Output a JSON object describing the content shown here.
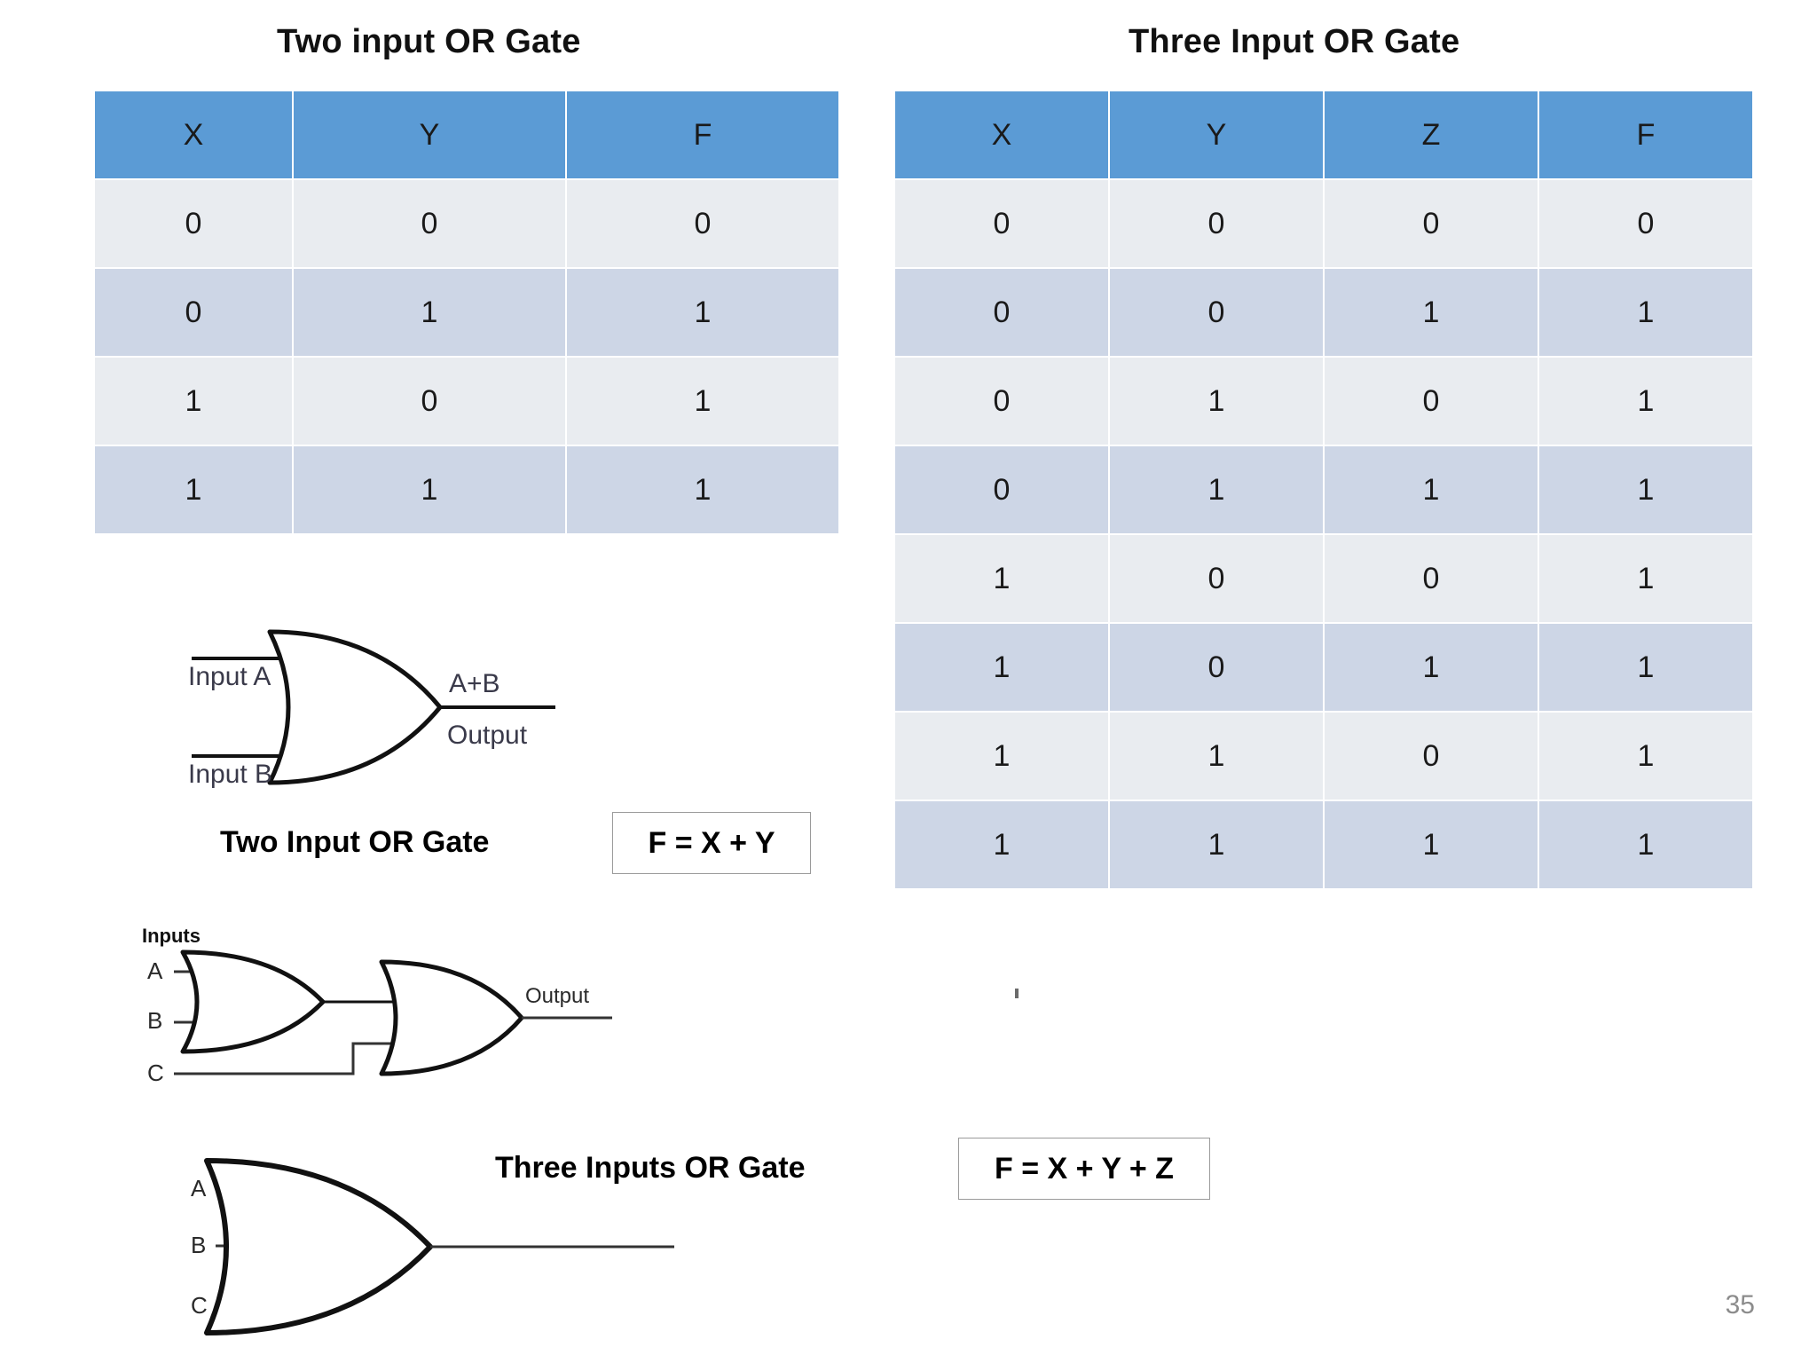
{
  "slide": {
    "page_number": "35",
    "header_color": "#5B9BD5",
    "row_light_color": "#E9ECF0",
    "row_dark_color": "#CDD6E6"
  },
  "two_input": {
    "title": "Two input OR Gate",
    "caption": "Two Input OR Gate",
    "formula": "F = X + Y",
    "table": {
      "headers": [
        "X",
        "Y",
        "F"
      ],
      "rows": [
        [
          "0",
          "0",
          "0"
        ],
        [
          "0",
          "1",
          "1"
        ],
        [
          "1",
          "0",
          "1"
        ],
        [
          "1",
          "1",
          "1"
        ]
      ]
    },
    "diagram": {
      "input_a_label": "Input A",
      "input_b_label": "Input B",
      "output_expr_label": "A+B",
      "output_label": "Output"
    }
  },
  "three_input": {
    "title": "Three Input OR Gate",
    "caption": "Three Inputs OR Gate",
    "formula": "F = X + Y + Z",
    "table": {
      "headers": [
        "X",
        "Y",
        "Z",
        "F"
      ],
      "rows": [
        [
          "0",
          "0",
          "0",
          "0"
        ],
        [
          "0",
          "0",
          "1",
          "1"
        ],
        [
          "0",
          "1",
          "0",
          "1"
        ],
        [
          "0",
          "1",
          "1",
          "1"
        ],
        [
          "1",
          "0",
          "0",
          "1"
        ],
        [
          "1",
          "0",
          "1",
          "1"
        ],
        [
          "1",
          "1",
          "0",
          "1"
        ],
        [
          "1",
          "1",
          "1",
          "1"
        ]
      ]
    },
    "cascade_diagram": {
      "inputs_label": "Inputs",
      "input_a_label": "A",
      "input_b_label": "B",
      "input_c_label": "C",
      "output_label": "Output"
    },
    "single_diagram": {
      "input_a_label": "A",
      "input_b_label": "B",
      "input_c_label": "C"
    }
  },
  "chart_data": {
    "type": "table",
    "title": "OR Gate Truth Tables",
    "tables": [
      {
        "name": "Two input OR Gate",
        "columns": [
          "X",
          "Y",
          "F"
        ],
        "rows": [
          [
            0,
            0,
            0
          ],
          [
            0,
            1,
            1
          ],
          [
            1,
            0,
            1
          ],
          [
            1,
            1,
            1
          ]
        ]
      },
      {
        "name": "Three Input OR Gate",
        "columns": [
          "X",
          "Y",
          "Z",
          "F"
        ],
        "rows": [
          [
            0,
            0,
            0,
            0
          ],
          [
            0,
            0,
            1,
            1
          ],
          [
            0,
            1,
            0,
            1
          ],
          [
            0,
            1,
            1,
            1
          ],
          [
            1,
            0,
            0,
            1
          ],
          [
            1,
            0,
            1,
            1
          ],
          [
            1,
            1,
            0,
            1
          ],
          [
            1,
            1,
            1,
            1
          ]
        ]
      }
    ]
  }
}
